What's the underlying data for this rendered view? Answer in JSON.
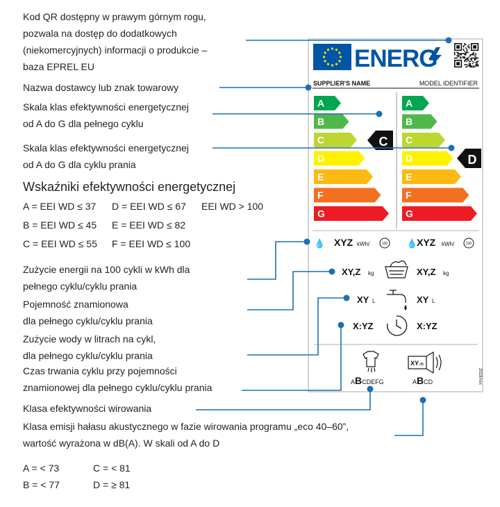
{
  "annotations": {
    "qr": "Kod QR dostępny w prawym górnym rogu, pozwala na dostęp do dodatkowych (niekomercyjnych) informacji o produkcie – baza EPREL EU",
    "qr_lines": [
      "Kod QR dostępny w prawym górnym rogu,",
      "pozwala na dostęp do dodatkowych",
      "(niekomercyjnych) informacji o produkcie –",
      "baza EPREL EU"
    ],
    "supplier": "Nazwa dostawcy lub znak towarowy",
    "scale_full_lines": [
      "Skala klas efektywności energetycznej",
      "od A do G dla pełnego cyklu"
    ],
    "scale_wash_lines": [
      "Skala klas efektywności energetycznej",
      "od A do G dla cyklu prania"
    ],
    "energy_lines": [
      "Zużycie energii na 100 cykli w kWh dla",
      "pełnego cyklu/cyklu prania"
    ],
    "capacity_lines": [
      "Pojemność znamionowa",
      "dla pełnego cyklu/cyklu prania"
    ],
    "water_lines": [
      "Zużycie wody w litrach na cykl,",
      "dla pełnego cyklu/cyklu prania"
    ],
    "duration_lines": [
      "Czas trwania cyklu przy pojemności",
      "znamionowej dla pełnego cyklu/cyklu prania"
    ],
    "spin": "Klasa efektywności wirowania",
    "noise_lines": [
      "Klasa emisji hałasu akustycznego w fazie wirowania programu „eco 40–60”,",
      "wartość wyrażona w dB(A). W skali od A do D"
    ]
  },
  "eei": {
    "title": "Wskaźniki efektywności energetycznej",
    "items": [
      "A = EEI WD ≤ 37",
      "D = EEI WD ≤ 67",
      "EEI WD > 100",
      "B = EEI WD ≤ 45",
      "E = EEI WD ≤ 82",
      "C = EEI WD ≤ 55",
      "F = EEI WD ≤ 100"
    ]
  },
  "noise_scale": [
    "A = < 73",
    "C = < 81",
    "B = < 77",
    "D = ≥ 81"
  ],
  "label": {
    "brand": "ENERG",
    "supplier": "SUPPLIER'S NAME",
    "model": "MODEL IDENTIFIER",
    "classes": [
      "A",
      "B",
      "C",
      "D",
      "E",
      "F",
      "G"
    ],
    "class_colors": [
      "#00a651",
      "#50b848",
      "#bed630",
      "#fff200",
      "#fdb913",
      "#f37021",
      "#ed1c24"
    ],
    "full_cycle_class": "C",
    "wash_cycle_class": "D",
    "energy_value": "XYZ",
    "energy_unit": "kWh/",
    "per_100": "100",
    "capacity_value": "XY,Z",
    "capacity_unit": "kg",
    "water_value": "XY",
    "water_unit": "L",
    "duration_value": "X:YZ",
    "noise_value": "XY",
    "noise_unit": "dB",
    "spin_scale_small_a": "A",
    "spin_scale_big": "B",
    "spin_scale_rest": "CDEFG",
    "noise_scale_small_a": "A",
    "noise_scale_big": "B",
    "noise_scale_rest": "CD",
    "regulation": "2019/xxx"
  },
  "colors": {
    "leader": "#1a6fb5",
    "eu_blue": "#0055a4",
    "eu_star": "#ffdd00",
    "energ_blue": "#0055a4"
  }
}
